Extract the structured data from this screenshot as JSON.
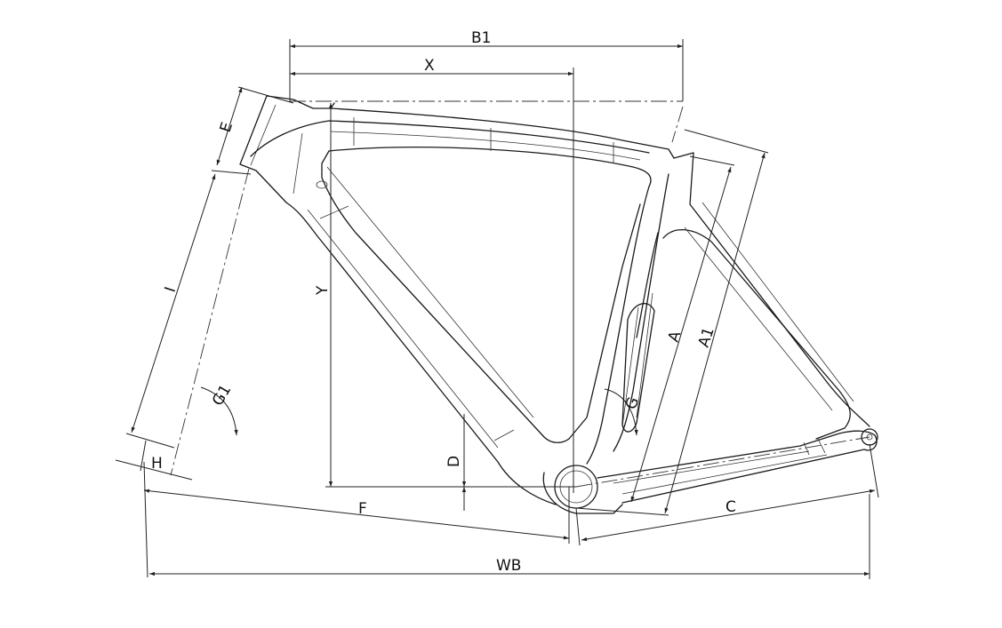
{
  "drawing": {
    "labels": {
      "B1": "B1",
      "X": "X",
      "E": "E",
      "I": "I",
      "Y": "Y",
      "G1": "G1",
      "H": "H",
      "D": "D",
      "F": "F",
      "G": "G",
      "A": "A",
      "A1": "A1",
      "C": "C",
      "WB": "WB"
    }
  }
}
